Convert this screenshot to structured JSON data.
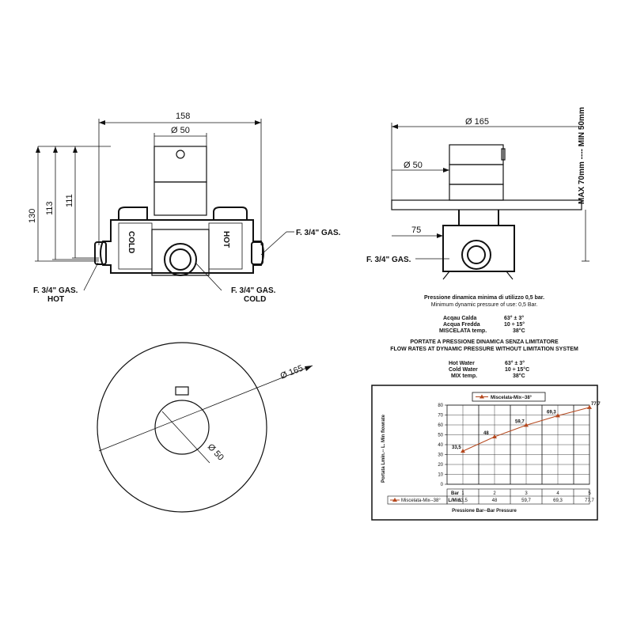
{
  "front_view": {
    "dim_width": "158",
    "dim_diameter": "Ø 50",
    "dim_h130": "130",
    "dim_h113": "113",
    "dim_h111": "111",
    "label_cold_body": "COLD",
    "label_hot_body": "HOT",
    "label_right_inlet": "F. 3/4\" GAS.",
    "label_left_inlet_line1": "F. 3/4\" GAS.",
    "label_left_inlet_line2": "HOT",
    "label_center_outlet_line1": "F. 3/4\" GAS.",
    "label_center_outlet_line2": "COLD"
  },
  "side_view": {
    "dim_plate": "Ø 165",
    "dim_handle": "Ø 50",
    "dim_depth": "75",
    "dim_range": "MAX 70mm ---- MIN 50mm",
    "label_inlet": "F. 3/4\" GAS."
  },
  "plate_view": {
    "dim_plate": "Ø 165",
    "dim_handle": "Ø 50"
  },
  "specs": {
    "pressure_it": "Pressione dinamica minima di utilizzo 0,5  bar.",
    "pressure_en": "Minimum dynamic pressure of use: 0,5 Bar.",
    "rows_it": [
      {
        "label": "Acqau Calda",
        "value": "63° ± 3°"
      },
      {
        "label": "Acqua Fredda",
        "value": "10 ÷ 15°"
      },
      {
        "label": "MISCELATA  temp.",
        "value": "38°C"
      }
    ],
    "flow_title_it": "PORTATE A PRESSIONE DINAMICA SENZA LIMITATORE",
    "flow_title_en": "FLOW RATES AT DYNAMIC PRESSURE WITHOUT LIMITATION SYSTEM",
    "rows_en": [
      {
        "label": "Hot Water",
        "value": "63° ± 3°"
      },
      {
        "label": "Cold Water",
        "value": "10 ÷ 15°C"
      },
      {
        "label": "MIX temp.",
        "value": "38°C"
      }
    ]
  },
  "chart_data": {
    "type": "line",
    "legend": "Miscelata-Mix--38°",
    "ylabel": "Portata Lmin.-- L. Min flowrate",
    "xlabel": "Pressione Bar--Bar Pressure",
    "ylim": [
      0,
      80
    ],
    "yticks": [
      "0",
      "10",
      "20",
      "30",
      "40",
      "50",
      "60",
      "70",
      "80"
    ],
    "x": [
      1,
      2,
      3,
      4,
      5
    ],
    "x_labels": [
      "1",
      "2",
      "3",
      "4",
      "5"
    ],
    "series": [
      {
        "name": "Miscelata-Mix--38°",
        "values": [
          33.5,
          48,
          59.7,
          69.3,
          77.7
        ],
        "labels": [
          "33,5",
          "48",
          "59,7",
          "69,3",
          "77,7"
        ],
        "color": "#b5481e"
      }
    ],
    "table": {
      "row_header_top": "Bar",
      "row_header_bottom": "L/Min.",
      "legend_label": "Miscelata-Mix--38°"
    }
  }
}
